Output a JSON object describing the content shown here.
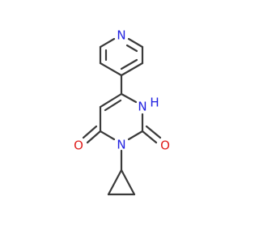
{
  "molecule": {
    "atom_labels": {
      "pyridine_n": "N",
      "nh_n": "N",
      "nh_h": "H",
      "ring_n3": "N",
      "carbonyl_o4": "O",
      "carbonyl_o2": "O"
    }
  },
  "colors": {
    "bond": "#3a3a3a",
    "nitrogen": "#2020e0",
    "oxygen": "#e0201e"
  }
}
